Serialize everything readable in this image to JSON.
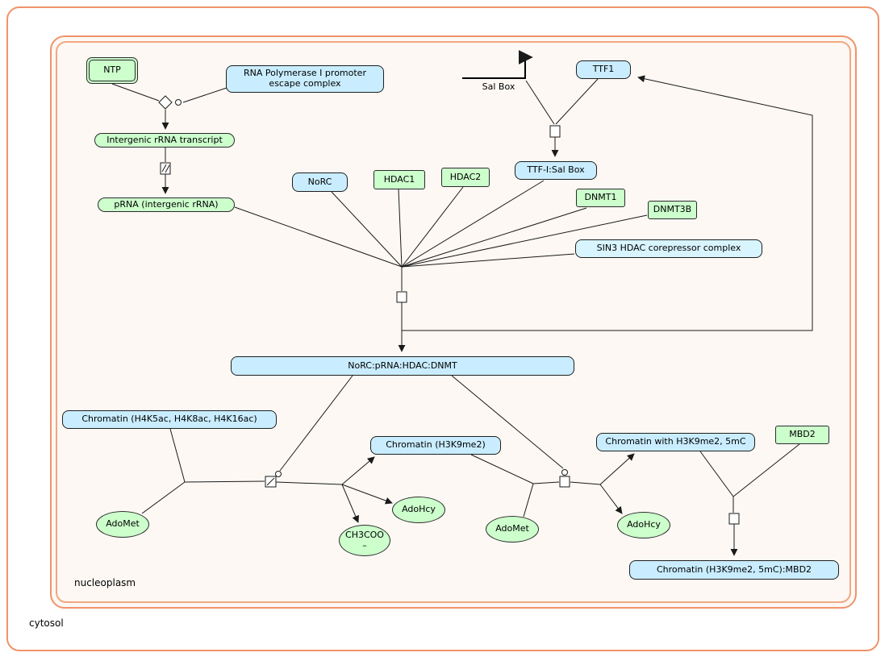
{
  "compartments": {
    "cytosol": "cytosol",
    "nucleoplasm": "nucleoplasm"
  },
  "colors": {
    "entity_green": "#ccffcc",
    "complex_blue": "#c9edff",
    "compartment_border": "#f0936a"
  },
  "nodes": {
    "ntp": {
      "label": "NTP"
    },
    "rna_pol": {
      "label": "RNA Polymerase I promoter escape complex"
    },
    "sal_box": {
      "label": "Sal Box"
    },
    "ttf1": {
      "label": "TTF1"
    },
    "intergenic_rrna": {
      "label": "Intergenic rRNA transcript"
    },
    "prna": {
      "label": "pRNA (intergenic rRNA)"
    },
    "norc": {
      "label": "NoRC"
    },
    "hdac1": {
      "label": "HDAC1"
    },
    "hdac2": {
      "label": "HDAC2"
    },
    "ttf_salbox": {
      "label": "TTF-I:Sal Box"
    },
    "dnmt1": {
      "label": "DNMT1"
    },
    "dnmt3b": {
      "label": "DNMT3B"
    },
    "sin3": {
      "label": "SIN3 HDAC corepressor complex"
    },
    "norc_complex": {
      "label": "NoRC:pRNA:HDAC:DNMT"
    },
    "chromatin_ac": {
      "label": "Chromatin (H4K5ac, H4K8ac, H4K16ac)"
    },
    "chromatin_me": {
      "label": "Chromatin (H3K9me2)"
    },
    "chromatin_me_5mc": {
      "label": "Chromatin with H3K9me2, 5mC"
    },
    "mbd2": {
      "label": "MBD2"
    },
    "adomet1": {
      "label": "AdoMet"
    },
    "adohcy1": {
      "label": "AdoHcy"
    },
    "ch3coo": {
      "label": "CH3COO",
      "charge": "–"
    },
    "adomet2": {
      "label": "AdoMet"
    },
    "adohcy2": {
      "label": "AdoHcy"
    },
    "chromatin_mbd2": {
      "label": "Chromatin (H3K9me2, 5mC):MBD2"
    }
  }
}
